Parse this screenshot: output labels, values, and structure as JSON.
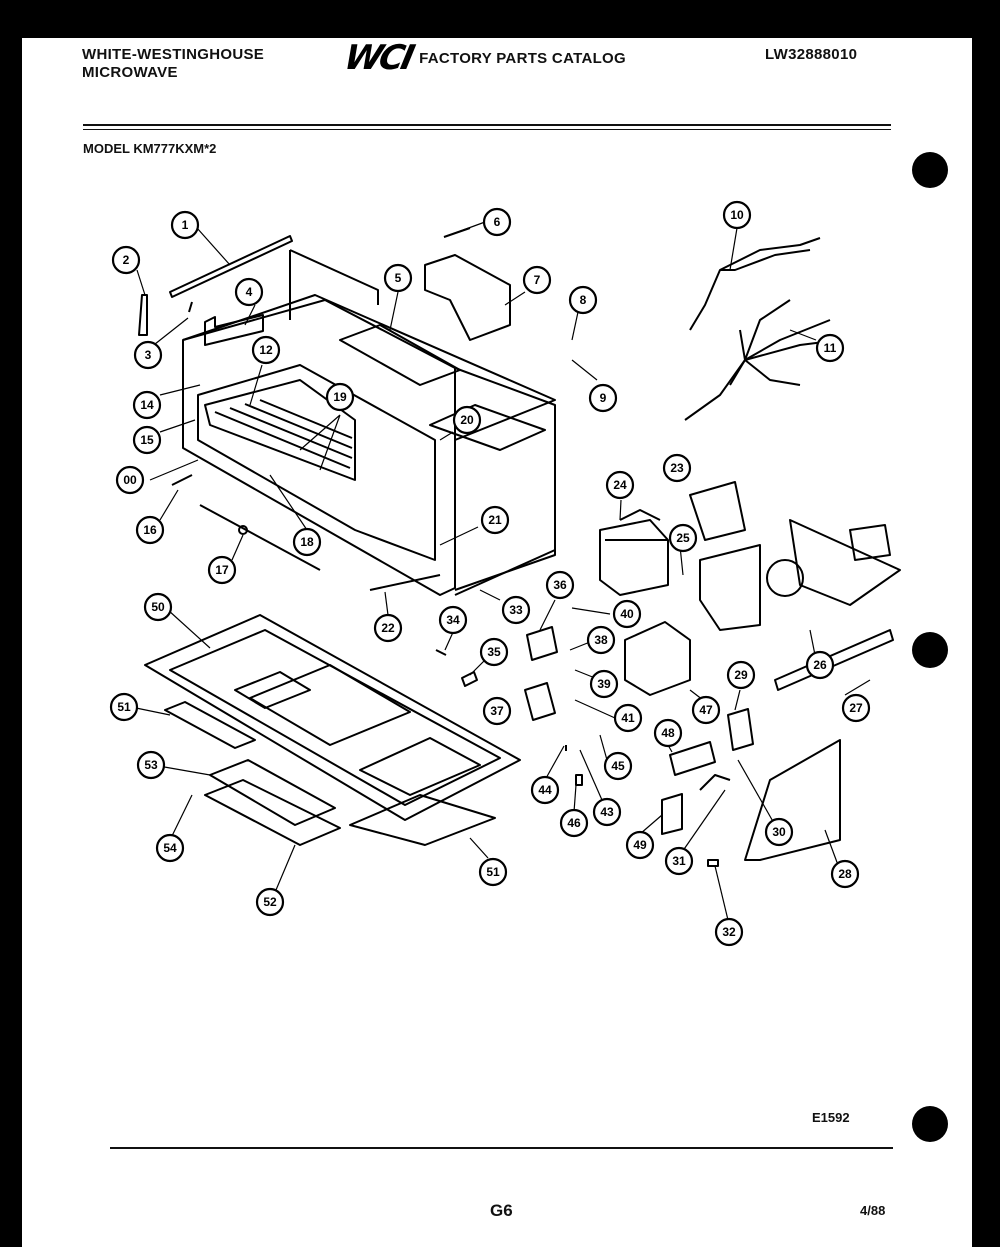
{
  "header": {
    "brand_line1": "WHITE-WESTINGHOUSE",
    "brand_line2": "MICROWAVE",
    "logo_text": "WCI",
    "catalog_title": "FACTORY PARTS CATALOG",
    "catalog_number": "LW32888010"
  },
  "model": "MODEL KM777KXM*2",
  "callouts": [
    {
      "id": "c1",
      "text": "1"
    },
    {
      "id": "c2",
      "text": "2"
    },
    {
      "id": "c3",
      "text": "3"
    },
    {
      "id": "c4",
      "text": "4"
    },
    {
      "id": "c5",
      "text": "5"
    },
    {
      "id": "c6",
      "text": "6"
    },
    {
      "id": "c7",
      "text": "7"
    },
    {
      "id": "c8",
      "text": "8"
    },
    {
      "id": "c9",
      "text": "9"
    },
    {
      "id": "c10",
      "text": "10"
    },
    {
      "id": "c11",
      "text": "11"
    },
    {
      "id": "c12",
      "text": "12"
    },
    {
      "id": "c14",
      "text": "14"
    },
    {
      "id": "c15",
      "text": "15"
    },
    {
      "id": "c00",
      "text": "00"
    },
    {
      "id": "c16",
      "text": "16"
    },
    {
      "id": "c17",
      "text": "17"
    },
    {
      "id": "c18",
      "text": "18"
    },
    {
      "id": "c19",
      "text": "19"
    },
    {
      "id": "c20",
      "text": "20"
    },
    {
      "id": "c21",
      "text": "21"
    },
    {
      "id": "c22",
      "text": "22"
    },
    {
      "id": "c23",
      "text": "23"
    },
    {
      "id": "c24",
      "text": "24"
    },
    {
      "id": "c25",
      "text": "25"
    },
    {
      "id": "c26",
      "text": "26"
    },
    {
      "id": "c27",
      "text": "27"
    },
    {
      "id": "c28",
      "text": "28"
    },
    {
      "id": "c29",
      "text": "29"
    },
    {
      "id": "c30",
      "text": "30"
    },
    {
      "id": "c31",
      "text": "31"
    },
    {
      "id": "c32",
      "text": "32"
    },
    {
      "id": "c33",
      "text": "33"
    },
    {
      "id": "c34",
      "text": "34"
    },
    {
      "id": "c35",
      "text": "35"
    },
    {
      "id": "c36",
      "text": "36"
    },
    {
      "id": "c37",
      "text": "37"
    },
    {
      "id": "c38",
      "text": "38"
    },
    {
      "id": "c39",
      "text": "39"
    },
    {
      "id": "c40",
      "text": "40"
    },
    {
      "id": "c41",
      "text": "41"
    },
    {
      "id": "c43",
      "text": "43"
    },
    {
      "id": "c44",
      "text": "44"
    },
    {
      "id": "c45",
      "text": "45"
    },
    {
      "id": "c46",
      "text": "46"
    },
    {
      "id": "c47",
      "text": "47"
    },
    {
      "id": "c48",
      "text": "48"
    },
    {
      "id": "c49",
      "text": "49"
    },
    {
      "id": "c50",
      "text": "50"
    },
    {
      "id": "c51a",
      "text": "51"
    },
    {
      "id": "c51b",
      "text": "51"
    },
    {
      "id": "c52",
      "text": "52"
    },
    {
      "id": "c53",
      "text": "53"
    },
    {
      "id": "c54",
      "text": "54"
    }
  ],
  "footer": {
    "drawing_number": "E1592",
    "page_number": "G6",
    "date": "4/88"
  }
}
